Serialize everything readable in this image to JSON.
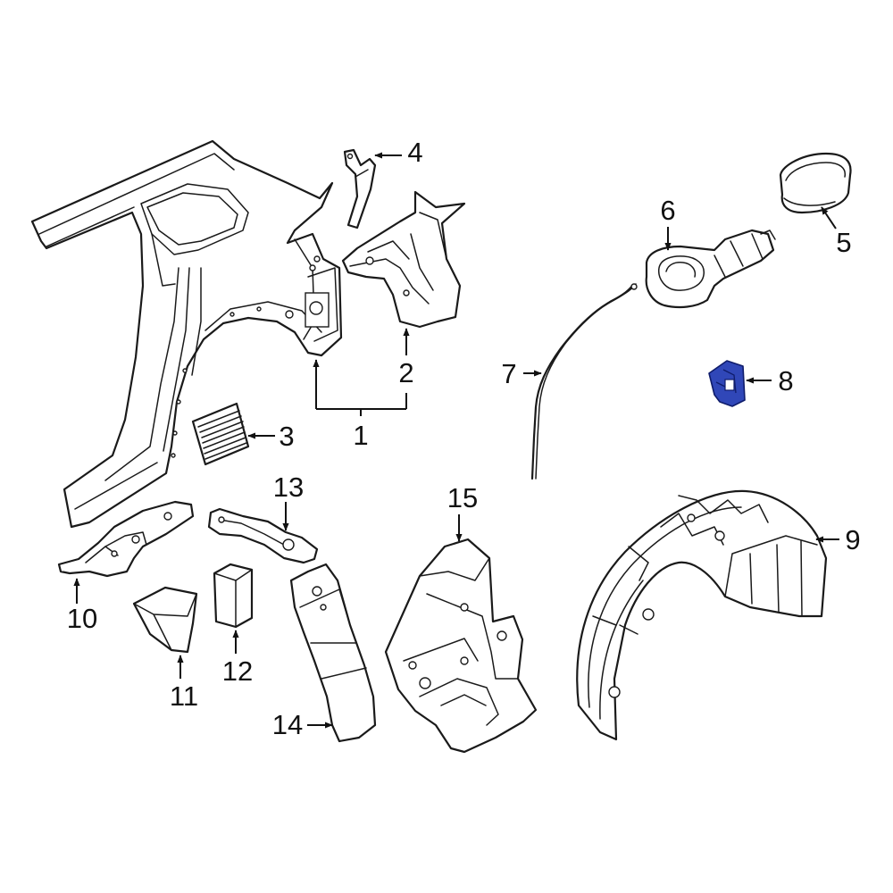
{
  "diagram": {
    "highlight_color": "#3047b8",
    "line_color": "#111111",
    "highlighted_part": "8",
    "callouts": {
      "c1": "1",
      "c2": "2",
      "c3": "3",
      "c4": "4",
      "c5": "5",
      "c6": "6",
      "c7": "7",
      "c8": "8",
      "c9": "9",
      "c10": "10",
      "c11": "11",
      "c12": "12",
      "c13": "13",
      "c14": "14",
      "c15": "15"
    }
  }
}
